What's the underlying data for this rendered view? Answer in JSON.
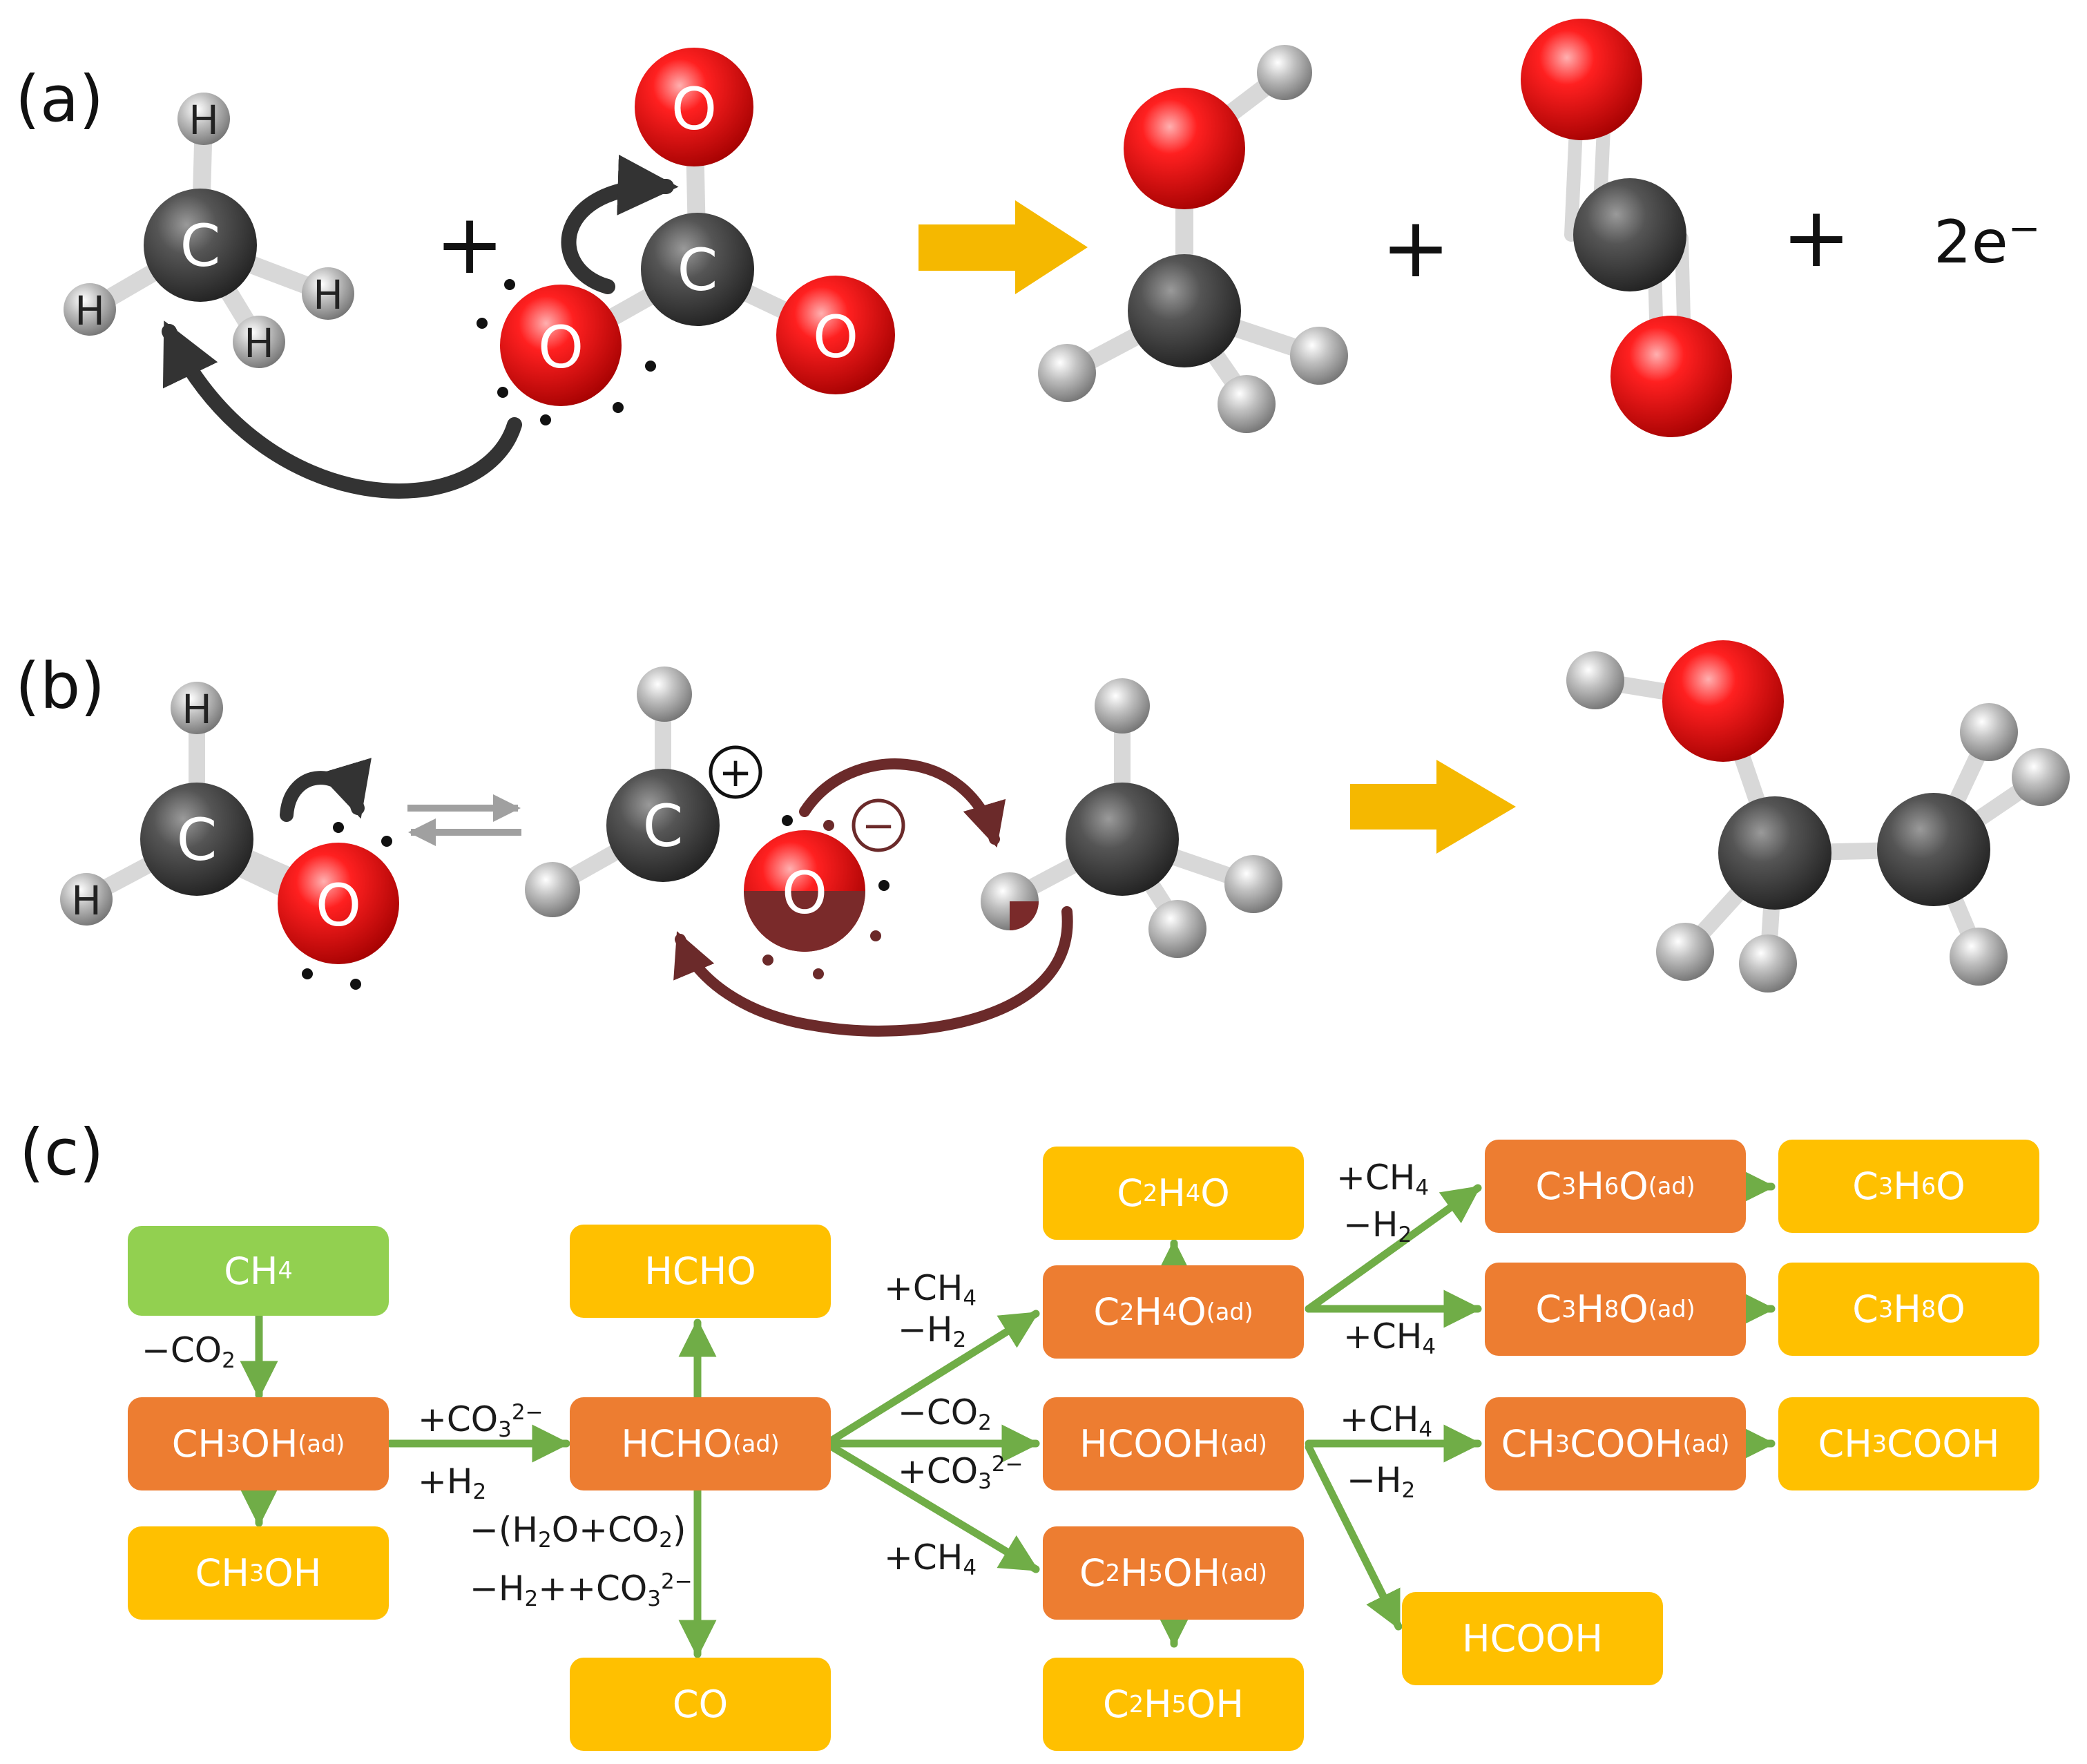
{
  "panels": {
    "a": {
      "label": "(a)",
      "atoms": {
        "h": "H",
        "c": "C",
        "o": "O"
      },
      "plus": "+",
      "electrons": "2e",
      "electron_sign": "−"
    },
    "b": {
      "label": "(b)",
      "atoms": {
        "h": "H",
        "c": "C",
        "o": "O"
      },
      "charge_plus": "+",
      "charge_minus": "−"
    },
    "c": {
      "label": "(c)"
    }
  },
  "colors": {
    "carbon": "#3a3a3a",
    "oxygen": "#e00000",
    "hydrogen": "#a0a0a0",
    "reaction_arrow": "#f5b800",
    "curved_arrow_a": "#333333",
    "curved_arrow_b": "#6b2a2a",
    "box_green": "#92d050",
    "box_orange": "#ed7d31",
    "box_yellow": "#ffc000",
    "flow_arrow": "#70ad47"
  },
  "nodes": {
    "ch4": [
      "CH",
      "4"
    ],
    "ch3oh_ad": [
      "CH",
      "3",
      "OH",
      "(ad)"
    ],
    "ch3oh": [
      "CH",
      "3",
      "OH"
    ],
    "hcho": [
      "HCHO"
    ],
    "hcho_ad": [
      "HCHO",
      "(ad)"
    ],
    "co": [
      "CO"
    ],
    "c2h4o": [
      "C",
      "2",
      "H",
      "4",
      "O"
    ],
    "c2h4o_ad": [
      "C",
      "2",
      "H",
      "4",
      "O",
      "(ad)"
    ],
    "hcooh_ad": [
      "HCOOH",
      "(ad)"
    ],
    "c2h5oh_ad": [
      "C",
      "2",
      "H",
      "5",
      "OH",
      "(ad)"
    ],
    "c2h5oh": [
      "C",
      "2",
      "H",
      "5",
      "OH"
    ],
    "c3h6o_ad": [
      "C",
      "3",
      "H",
      "6",
      "O",
      "(ad)"
    ],
    "c3h6o": [
      "C",
      "3",
      "H",
      "6",
      "O"
    ],
    "c3h8o_ad": [
      "C",
      "3",
      "H",
      "8",
      "O",
      "(ad)"
    ],
    "c3h8o": [
      "C",
      "3",
      "H",
      "8",
      "O"
    ],
    "ch3cooh_ad": [
      "CH",
      "3",
      "COOH",
      "(ad)"
    ],
    "ch3cooh": [
      "CH",
      "3",
      "COOH"
    ],
    "hcooh": [
      "HCOOH"
    ]
  },
  "edge_labels": {
    "minus_co2": [
      "−CO",
      "2"
    ],
    "plus_co3": [
      "+CO",
      "3",
      "2−"
    ],
    "plus_h2": [
      "+H",
      "2"
    ],
    "minus_h2o_co2": [
      "−(H",
      "2",
      "O+CO",
      "2",
      ")"
    ],
    "minus_h2_plus_co3": [
      "−H",
      "2",
      "++CO",
      "3",
      "2−"
    ],
    "plus_ch4_top": [
      "+CH",
      "4"
    ],
    "minus_h2_top": [
      "−H",
      "2"
    ],
    "minus_co2_mid": [
      "−CO",
      "2"
    ],
    "plus_co3_mid": [
      "+CO",
      "3",
      "2−"
    ],
    "plus_ch4_bottom": [
      "+CH",
      "4"
    ],
    "plus_ch4_c3h6o": [
      "+CH",
      "4"
    ],
    "minus_h2_c3h6o": [
      "−H",
      "2"
    ],
    "plus_ch4_c3h8o": [
      "+CH",
      "4"
    ],
    "plus_ch4_acetic": [
      "+CH",
      "4"
    ],
    "minus_h2_acetic": [
      "−H",
      "2"
    ]
  }
}
